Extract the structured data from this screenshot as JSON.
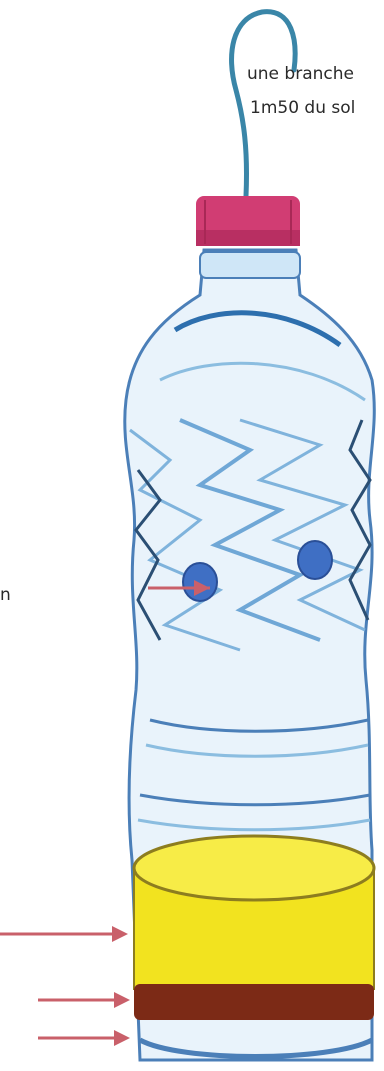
{
  "captions": {
    "hang_line_1": "une branche",
    "hang_line_2": "1m50 du sol",
    "side_fragment": "n"
  },
  "colors": {
    "cap": "#d13d73",
    "wire": "#3a86a8",
    "bottle_outline": "#4b7fb8",
    "bottle_tint": "#cfe6f7",
    "holes": "#3f6fc4",
    "liquid": "#f2e31f",
    "liquid_edge": "#8d7d1f",
    "sediment": "#7c2a16",
    "arrows": "#c9606a"
  },
  "icons": [
    "hook-wire",
    "bottle-cap",
    "bottle-body",
    "entry-hole",
    "liquid-bait",
    "sediment-layer",
    "pointer-arrow"
  ]
}
